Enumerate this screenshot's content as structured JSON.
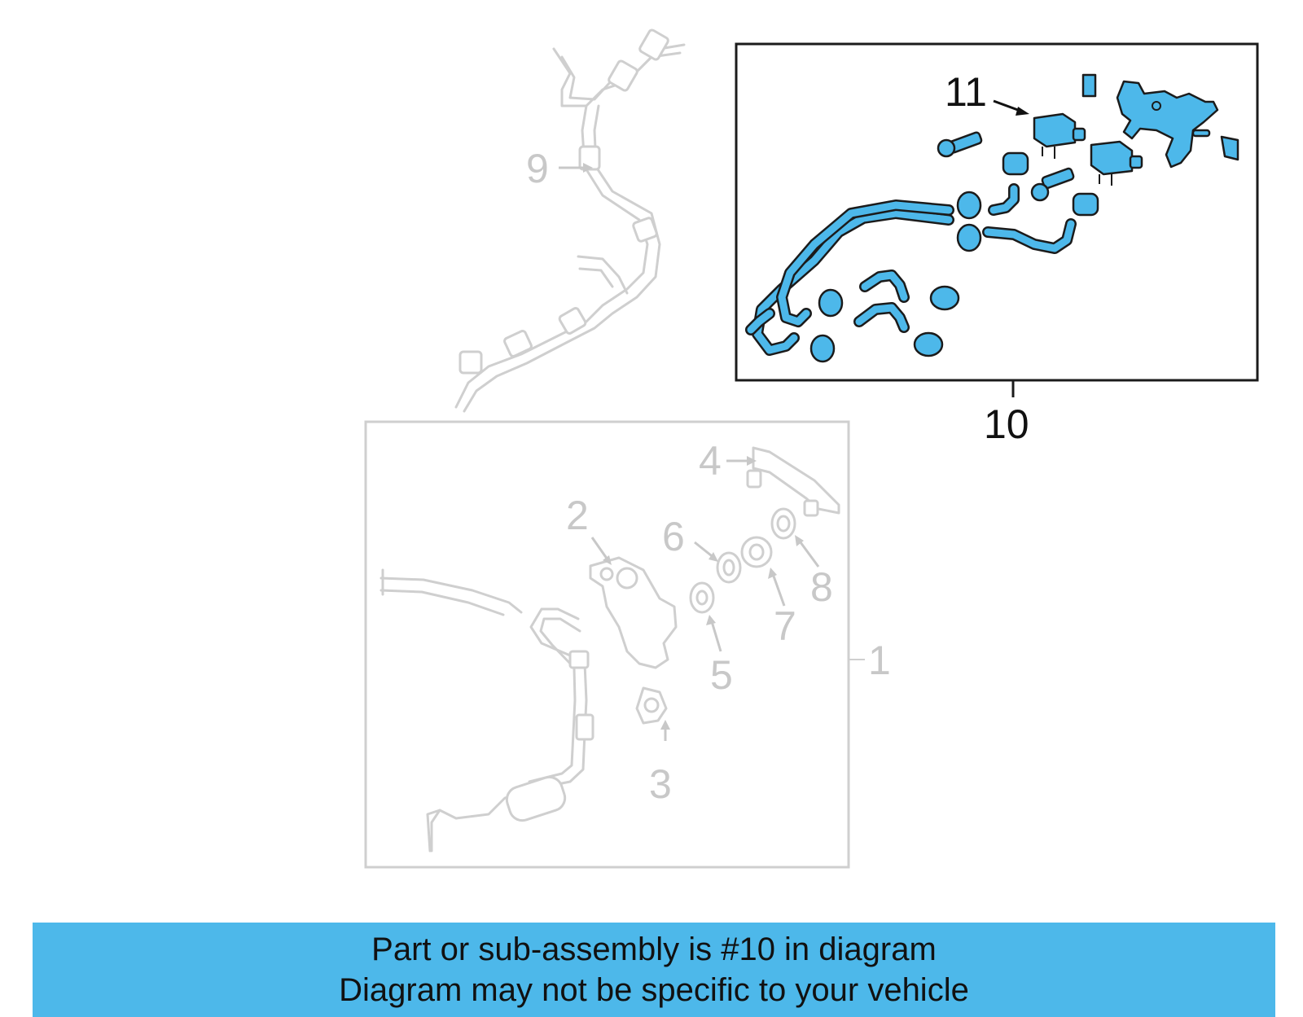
{
  "colors": {
    "highlight": "#4db8ea",
    "ghost": "#cfcfcf",
    "outline": "#1b1b1b",
    "banner": "#4db8ea"
  },
  "callouts": {
    "c1": "1",
    "c2": "2",
    "c3": "3",
    "c4": "4",
    "c5": "5",
    "c6": "6",
    "c7": "7",
    "c8": "8",
    "c9": "9",
    "c10": "10",
    "c11": "11"
  },
  "banner": {
    "line1": "Part or sub-assembly is #10 in diagram",
    "line2": "Diagram may not be specific to your vehicle"
  }
}
